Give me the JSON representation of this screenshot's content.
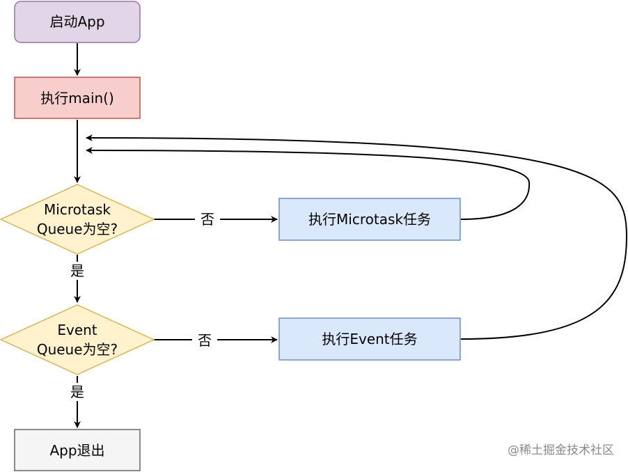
{
  "nodes": {
    "start": {
      "label": "启动App",
      "fill": "#e1d5e7",
      "stroke": "#9673a6"
    },
    "run_main": {
      "label": "执行main()",
      "fill": "#f8cecc",
      "stroke": "#b85450"
    },
    "microtask_check": {
      "line1": "Microtask",
      "line2": "Queue为空?",
      "fill": "#fff2cc",
      "stroke": "#d6b656"
    },
    "run_microtask": {
      "label": "执行Microtask任务",
      "fill": "#dae8fc",
      "stroke": "#6c8ebf"
    },
    "event_check": {
      "line1": "Event",
      "line2": "Queue为空?",
      "fill": "#fff2cc",
      "stroke": "#d6b656"
    },
    "run_event": {
      "label": "执行Event任务",
      "fill": "#dae8fc",
      "stroke": "#6c8ebf"
    },
    "exit": {
      "label": "App退出",
      "fill": "#f5f5f5",
      "stroke": "#666666"
    }
  },
  "edges": {
    "microtask_no": "否",
    "microtask_yes": "是",
    "event_no": "否",
    "event_yes": "是"
  },
  "watermark": "@稀土掘金技术社区"
}
